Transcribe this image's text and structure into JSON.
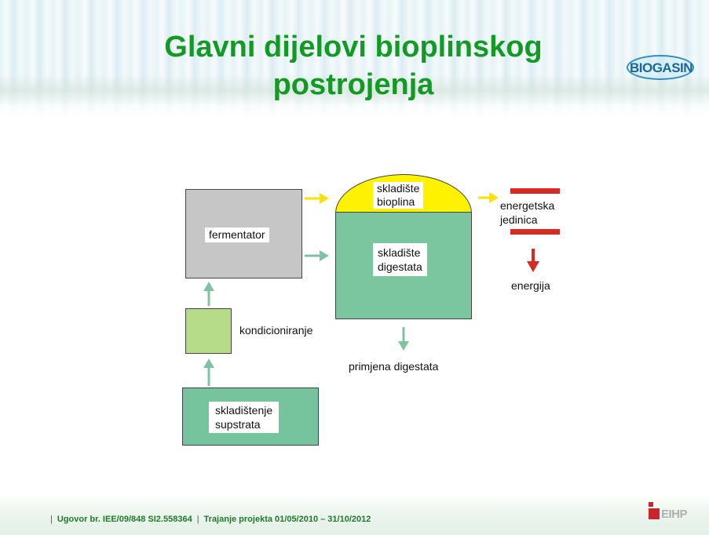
{
  "header": {
    "title_line1": "Glavni dijelovi bioplinskog",
    "title_line2": "postrojenja",
    "logo_text": "BIOGASIN"
  },
  "diagram": {
    "fermentator": "fermentator",
    "kondicioniranje": "kondicioniranje",
    "skladistenje_line1": "skladištenje",
    "skladistenje_line2": "supstrata",
    "bioplin_line1": "skladište",
    "bioplin_line2": "bioplina",
    "digestat_line1": "skladište",
    "digestat_line2": "digestata",
    "energetska_line1": "energetska",
    "energetska_line2": "jedinica",
    "energija": "energija",
    "primjena": "primjena digestata"
  },
  "colors": {
    "title": "#139a24",
    "fermentator": "#c6c6c6",
    "kondicioniranje": "#b6dc8a",
    "digestat": "#7bc59f",
    "bioplin": "#fff200",
    "arrow_green": "#7fc4a2",
    "arrow_yellow": "#ffe000",
    "red": "#d62b22"
  },
  "footer": {
    "contract": "Ugovor br. IEE/09/848 SI2.558364",
    "duration": "Trajanje projekta 01/05/2010 – 31/10/2012",
    "logo_text": "EIHP"
  }
}
